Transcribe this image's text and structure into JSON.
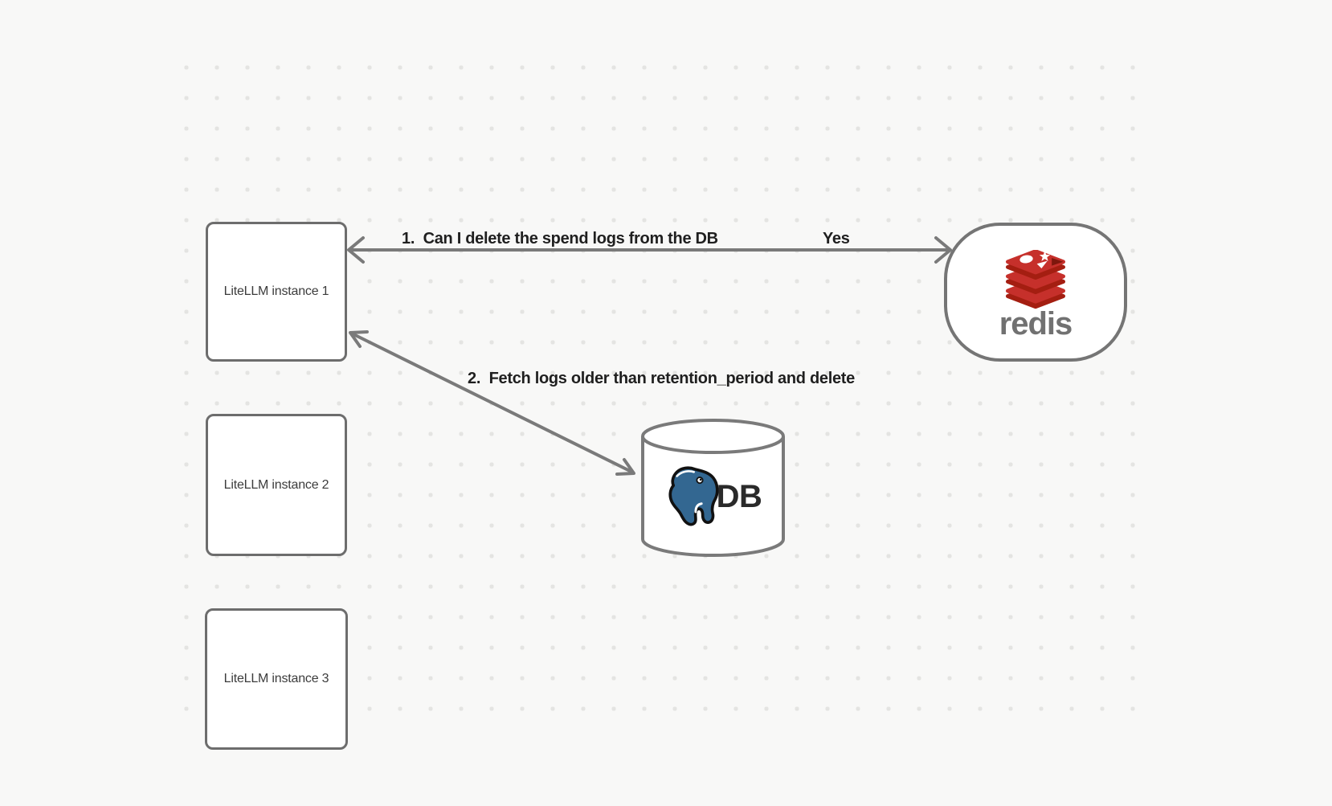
{
  "canvas": {
    "background_color": "#f8f8f7",
    "dot_color": "#e4e4e2"
  },
  "nodes": {
    "instances": [
      {
        "label": "LiteLLM instance 1"
      },
      {
        "label": "LiteLLM instance 2"
      },
      {
        "label": "LiteLLM instance 3"
      }
    ],
    "redis": {
      "wordmark": "redis",
      "icon": "redis-stack-icon",
      "red": "#c6302b",
      "red_dark": "#a41e11",
      "wordmark_color": "#717171"
    },
    "db": {
      "label": "DB",
      "icon": "postgresql-elephant-icon",
      "blue": "#336791"
    }
  },
  "edges": [
    {
      "number": "1",
      "label": "1.  Can I delete the spend logs from the DB",
      "answer": "Yes",
      "from": "LiteLLM instance 1",
      "to": "redis",
      "arrows": "both"
    },
    {
      "number": "2",
      "label": "2.  Fetch logs older than retention_period and delete",
      "from": "LiteLLM instance 1",
      "to": "DB",
      "arrows": "both"
    }
  ]
}
